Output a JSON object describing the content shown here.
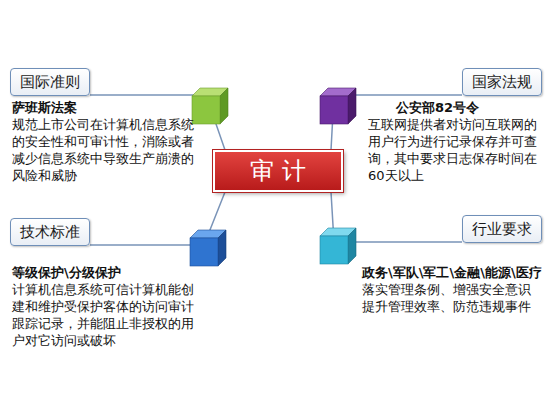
{
  "diagram": {
    "nodes": [
      {
        "text": [
          "国际准则"
        ]
      },
      {
        "text": [
          "国家法规"
        ]
      },
      {
        "text": [
          "审计"
        ]
      },
      {
        "text": [
          "技术标准"
        ]
      },
      {
        "text": [
          "行业要求"
        ]
      }
    ],
    "edges": [
      {
        "from": 0,
        "to": 2,
        "arrow": "none"
      },
      {
        "from": 1,
        "to": 2,
        "arrow": "none"
      },
      {
        "from": 3,
        "to": 2,
        "arrow": "none"
      },
      {
        "from": 4,
        "to": 2,
        "arrow": "none"
      }
    ],
    "labels": [
      "萨班斯法案",
      "规范上市公司在计算机信息系统的安全性和可审计性，消除或者减少信息系统中导致生产崩溃的风险和威胁",
      "公安部82号令",
      "互联网提供者对访问互联网的用户行为进行记录保存并可查询，其中要求日志保存时间在60天以上",
      "等级保护\\分级保护",
      "计算机信息系统可信计算机能创建和维护受保护客体的访问审计跟踪记录，并能阻止非授权的用户对它访问或破坏",
      "政务\\军队\\军工\\金融\\能源\\医疗",
      "落实管理条例、增强安全意识 提升管理效率、防范违规事件"
    ]
  }
}
